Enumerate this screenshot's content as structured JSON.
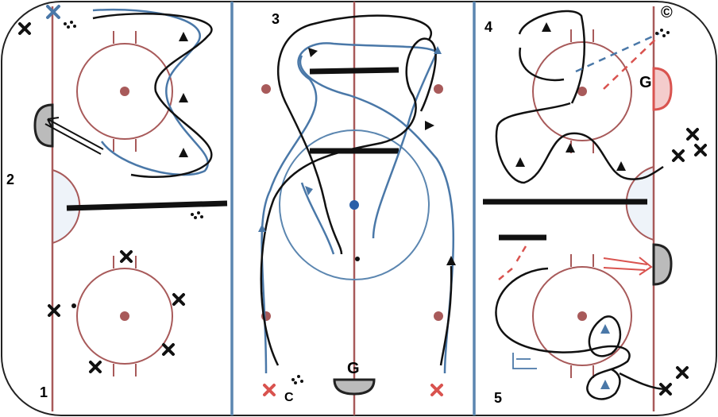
{
  "colors": {
    "boards": "#222222",
    "red_line": "#a85a5a",
    "blue_line": "#5b86b0",
    "skater_black": "#111111",
    "skater_blue": "#4a78a8",
    "pass_red": "#d9534f",
    "crease_fill": "#eef3f9",
    "net_gray": "#bbbbbb",
    "net_red_fill": "#f4cccc"
  },
  "labels": {
    "drill1": "1",
    "drill2": "2",
    "drill3": "3",
    "drill4": "4",
    "drill5": "5",
    "goalie_center": "G",
    "goalie_right": "G",
    "coach_center": "C",
    "coach_corner": "©"
  },
  "icons": [
    "x-player-icon",
    "triangle-cone-icon",
    "puck-pile-icon",
    "net-icon",
    "arrow-icon"
  ]
}
